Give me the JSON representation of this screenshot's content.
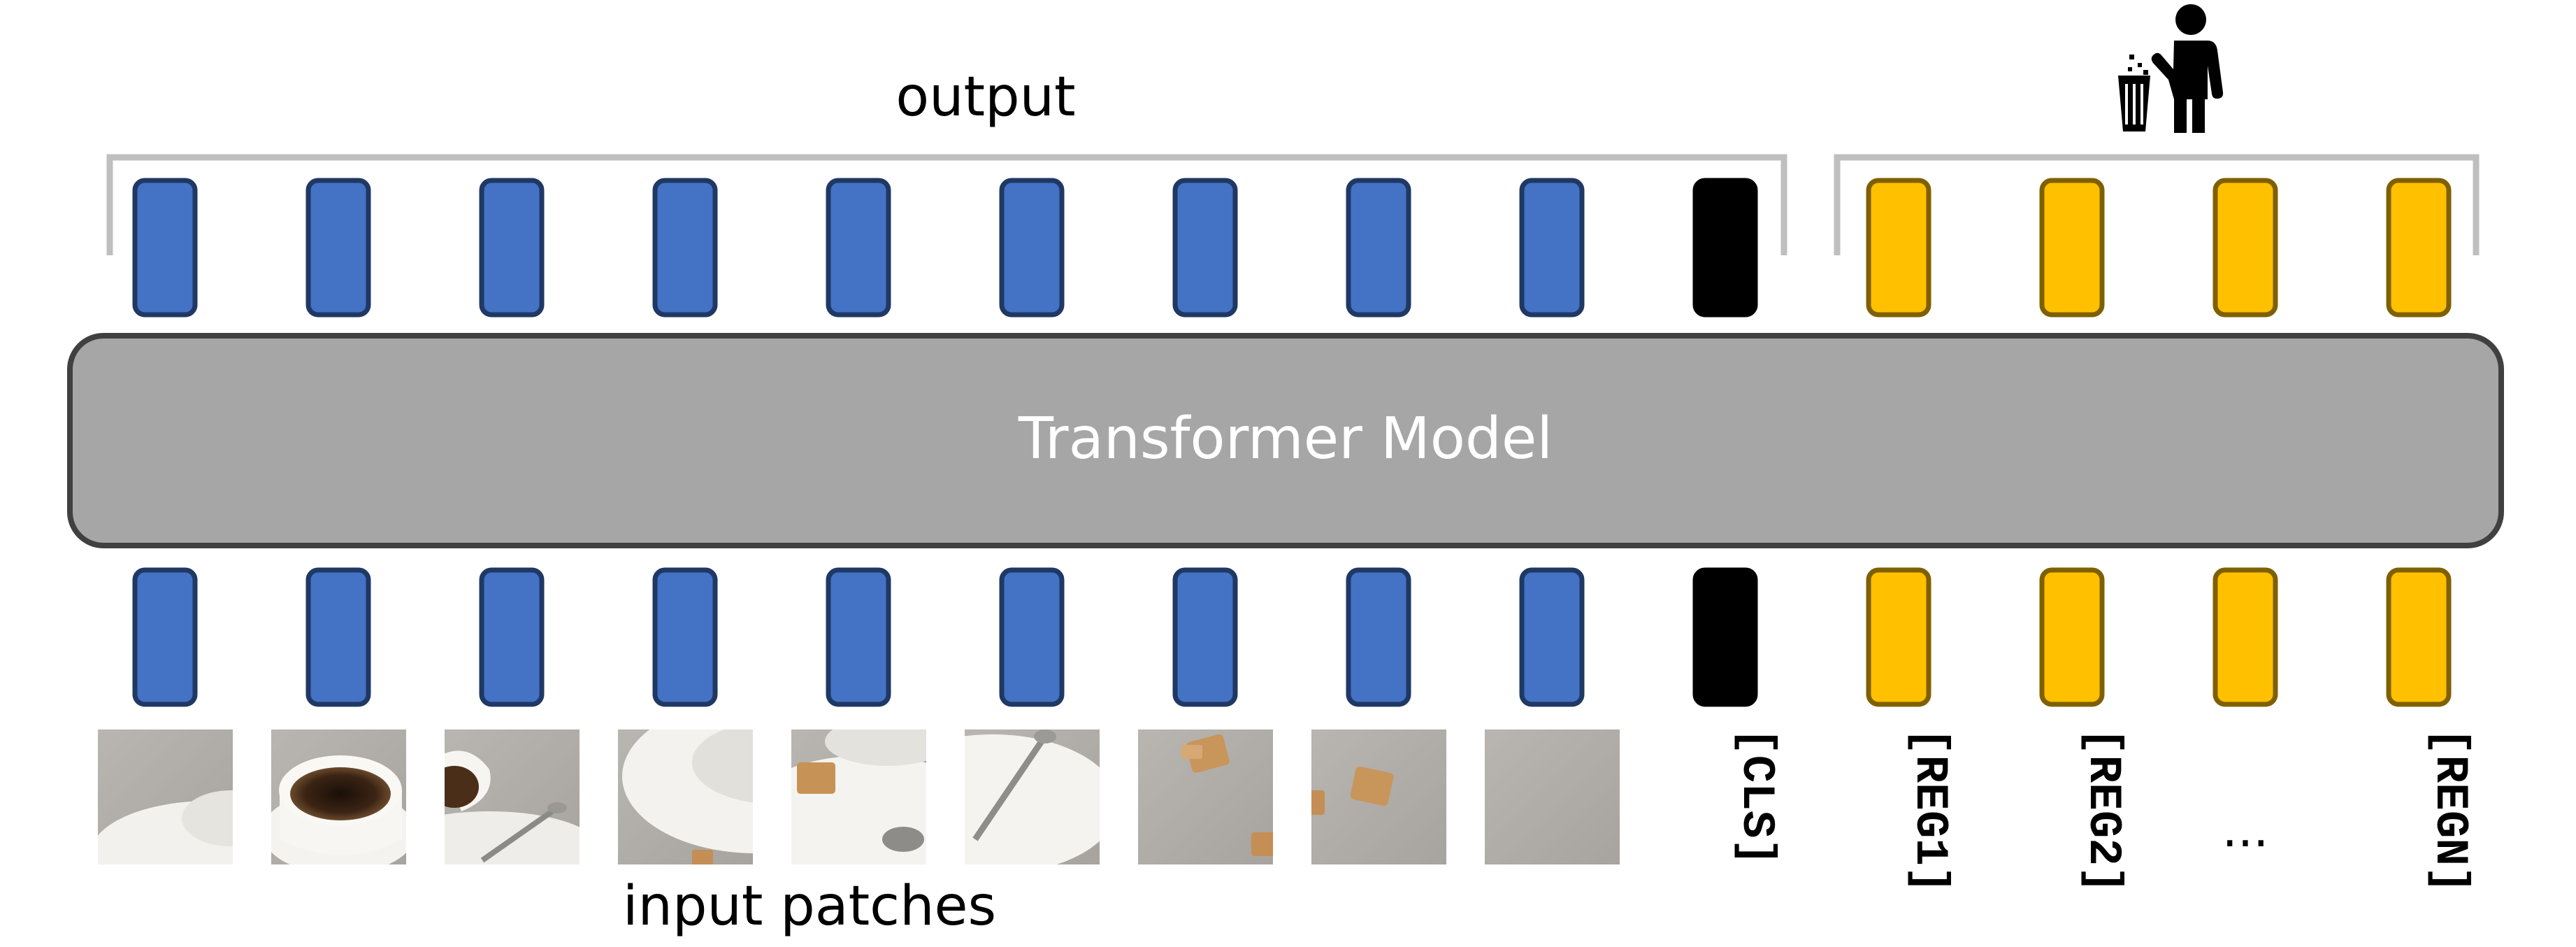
{
  "labels": {
    "output": "output",
    "model": "Transformer Model",
    "input": "input patches"
  },
  "special_tokens": [
    "[CLS]",
    "[REG1]",
    "[REG2]",
    "...",
    "[REGN]"
  ],
  "counts": {
    "patch_tokens": 9,
    "cls_tokens": 1,
    "register_tokens": 4
  },
  "colors": {
    "patch_fill": "#4472C4",
    "patch_stroke": "#1F3864",
    "cls_fill": "#000000",
    "register_fill": "#FFC000",
    "register_stroke": "#7F6000",
    "model_fill": "#A6A6A6",
    "model_stroke": "#404040",
    "model_text": "#FFFFFF",
    "bracket": "#BFBFBF"
  },
  "icons": {
    "discard": "person-trash-icon"
  },
  "patch_images": [
    "cup-edge-patch",
    "coffee-cup-patch",
    "cup-handle-spoon-patch",
    "saucer-patch",
    "saucer-sugar-patch",
    "saucer-spoon-patch",
    "sugar-cubes-patch",
    "sugar-cube-patch",
    "blank-table-patch"
  ]
}
